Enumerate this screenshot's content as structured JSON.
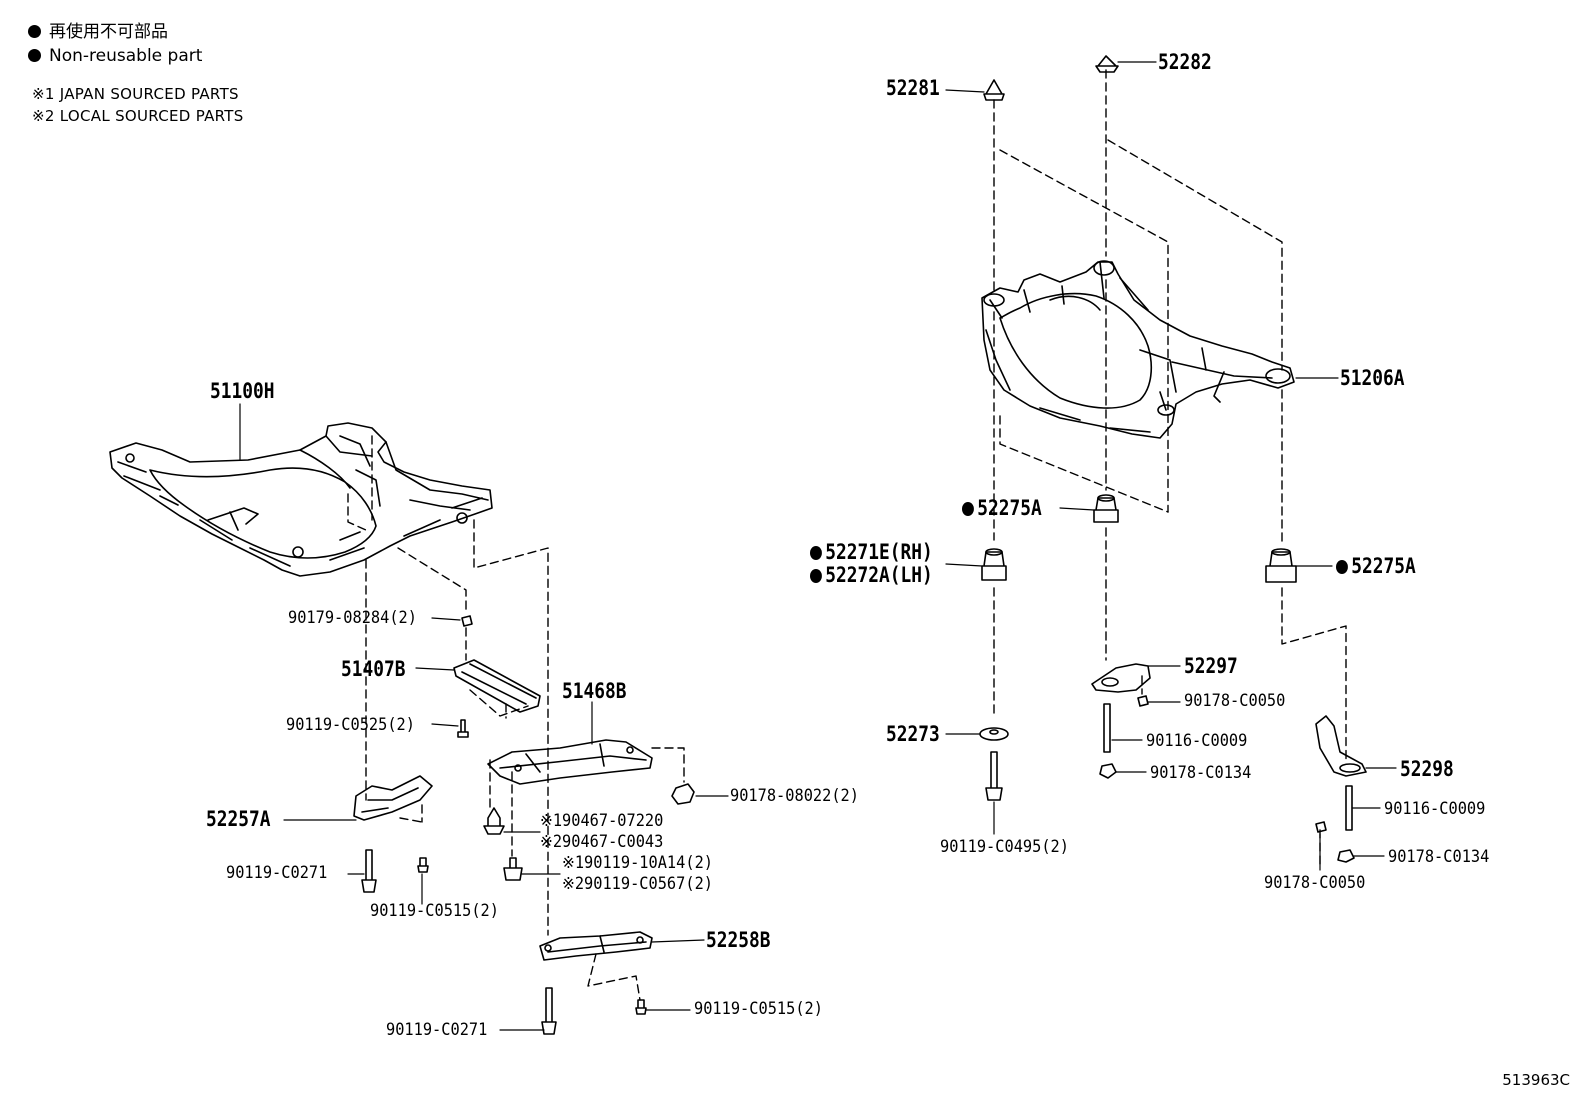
{
  "legend": {
    "non_reusable_jp": "再使用不可部品",
    "non_reusable_en": "Non-reusable part",
    "note_1": "※1 JAPAN SOURCED PARTS",
    "note_2": "※2 LOCAL SOURCED PARTS"
  },
  "diagram_id": "513963C",
  "front": {
    "crossmember": "51100H",
    "bolt_90179": "90179-08284(2)",
    "cover_51407": "51407B",
    "bolt_90119_c0525": "90119-C0525(2)",
    "cover_51468": "51468B",
    "nut_90178_08022": "90178-08022(2)",
    "clip_1": "※190467-07220",
    "clip_2": "※290467-C0043",
    "bolt_1": "※190119-10A14(2)",
    "bolt_2": "※290119-C0567(2)",
    "brace_52257": "52257A",
    "bolt_90119_c0271_a": "90119-C0271",
    "bolt_90119_c0515_a": "90119-C0515(2)",
    "brace_52258": "52258B",
    "bolt_90119_c0515_b": "90119-C0515(2)",
    "bolt_90119_c0271_b": "90119-C0271"
  },
  "rear": {
    "stopper_52281": "52281",
    "stopper_52282": "52282",
    "crossmember": "51206A",
    "cushion_52275_a": "52275A",
    "cushion_52271": "52271E(RH)",
    "cushion_52272": "52272A(LH)",
    "cushion_52275_b": "52275A",
    "retainer_52273": "52273",
    "bolt_90119_c0495": "90119-C0495(2)",
    "bracket_52297": "52297",
    "nut_90178_c0050_a": "90178-C0050",
    "stud_90116_c0009_a": "90116-C0009",
    "nut_90178_c0134_a": "90178-C0134",
    "bracket_52298": "52298",
    "stud_90116_c0009_b": "90116-C0009",
    "nut_90178_c0050_b": "90178-C0050",
    "nut_90178_c0134_b": "90178-C0134"
  }
}
